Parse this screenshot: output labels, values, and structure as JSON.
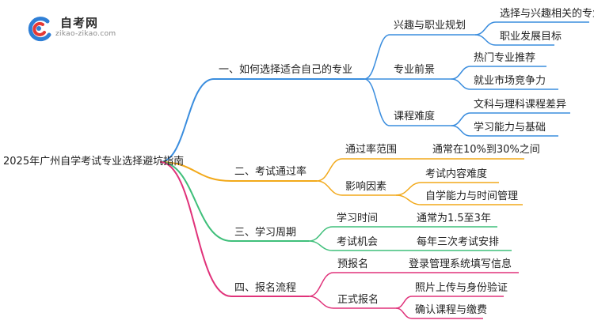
{
  "logo": {
    "name": "自考网",
    "url": "zikao-zikao.com"
  },
  "colors": {
    "blue": "#3a8dde",
    "orange": "#f2a91a",
    "green": "#3fbf7a",
    "pink": "#e0327a"
  },
  "mindmap": {
    "root": "2025年广州自学考试专业选择避坑指南",
    "branches": [
      {
        "label": "一、如何选择适合自己的专业",
        "children": [
          {
            "label": "兴趣与职业规划",
            "children": [
              "选择与兴趣相关的专业",
              "职业发展目标"
            ]
          },
          {
            "label": "专业前景",
            "children": [
              "热门专业推荐",
              "就业市场竞争力"
            ]
          },
          {
            "label": "课程难度",
            "children": [
              "文科与理科课程差异",
              "学习能力与基础"
            ]
          }
        ]
      },
      {
        "label": "二、考试通过率",
        "children": [
          {
            "label": "通过率范围",
            "children": [
              "通常在10%到30%之间"
            ]
          },
          {
            "label": "影响因素",
            "children": [
              "考试内容难度",
              "自学能力与时间管理"
            ]
          }
        ]
      },
      {
        "label": "三、学习周期",
        "children": [
          {
            "label": "学习时间",
            "children": [
              "通常为1.5至3年"
            ]
          },
          {
            "label": "考试机会",
            "children": [
              "每年三次考试安排"
            ]
          }
        ]
      },
      {
        "label": "四、报名流程",
        "children": [
          {
            "label": "预报名",
            "children": [
              "登录管理系统填写信息"
            ]
          },
          {
            "label": "正式报名",
            "children": [
              "照片上传与身份验证",
              "确认课程与缴费"
            ]
          }
        ]
      }
    ]
  }
}
